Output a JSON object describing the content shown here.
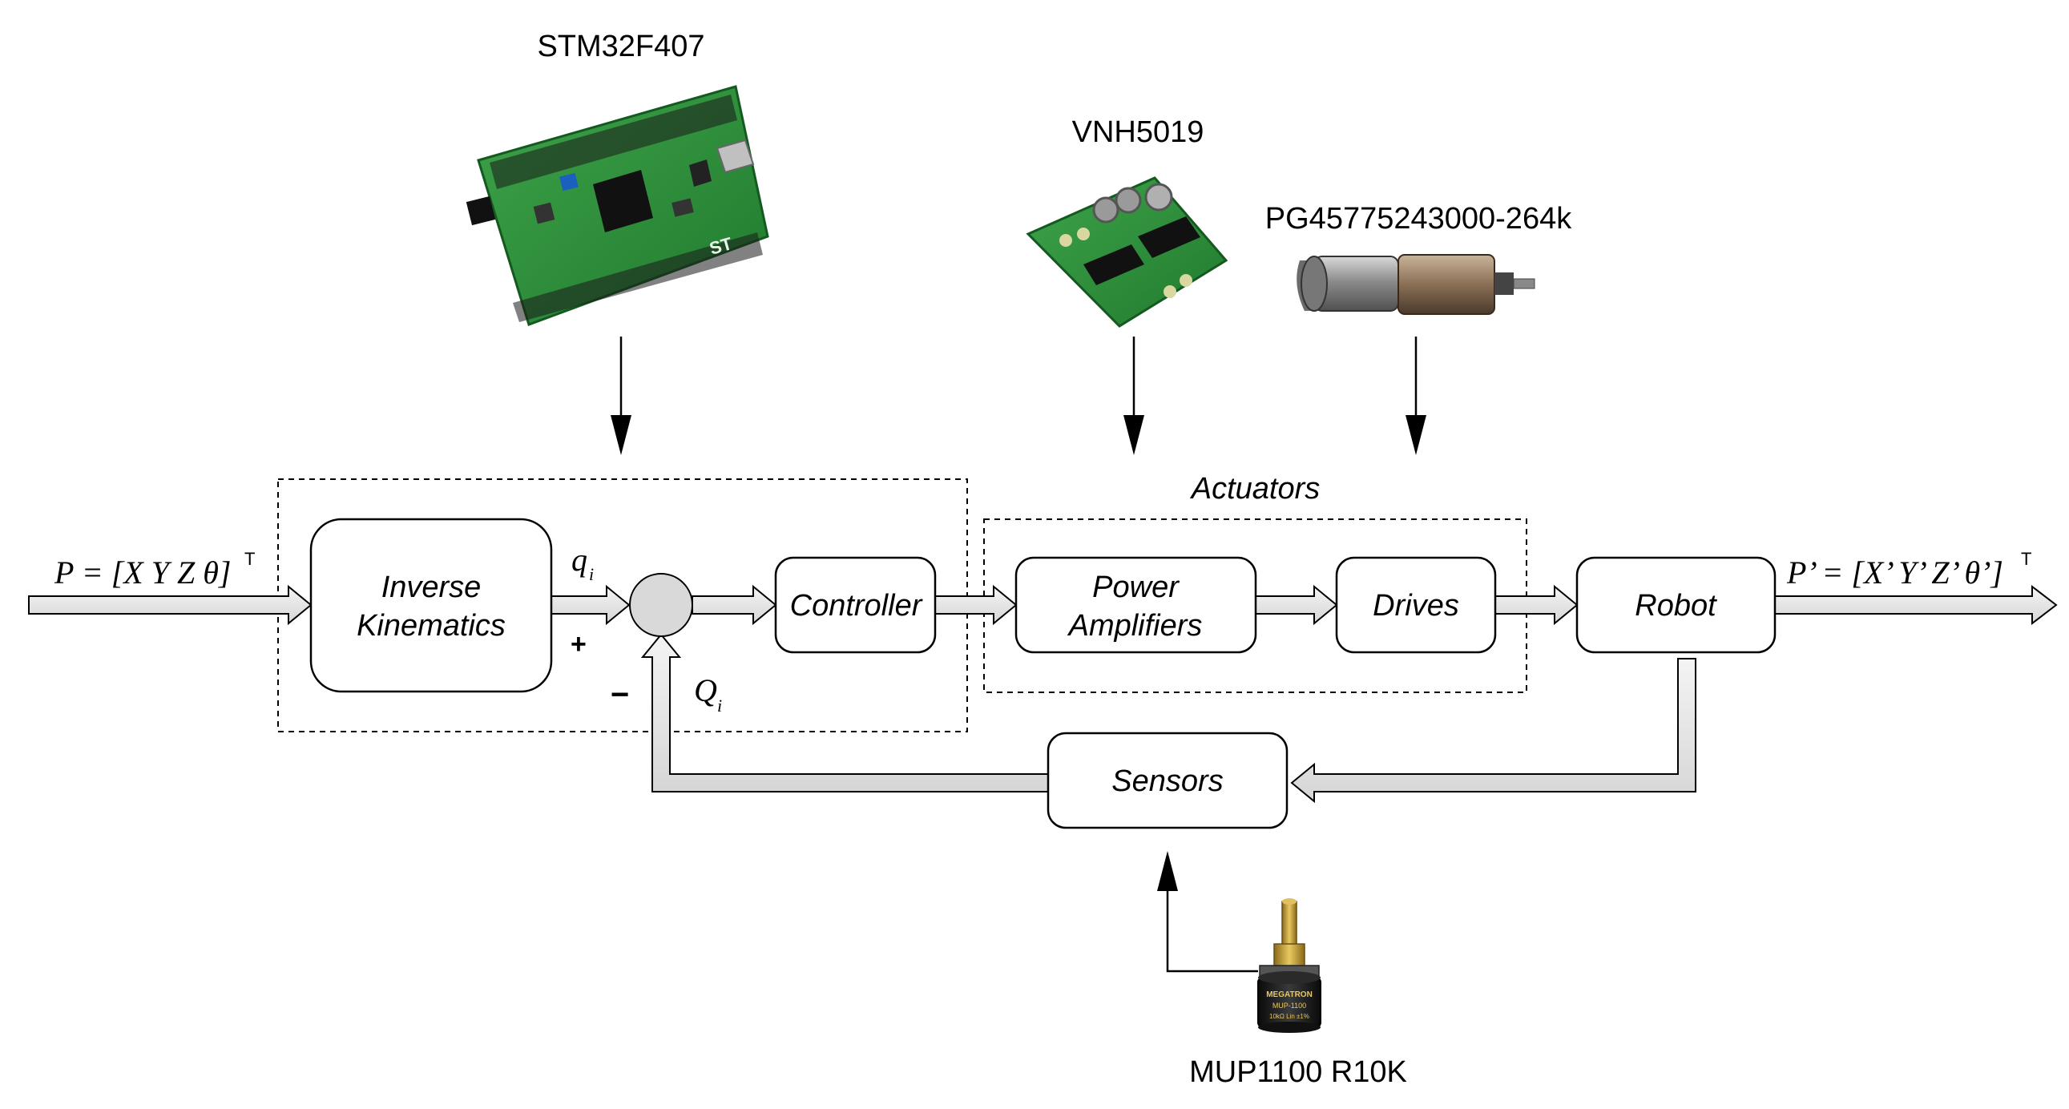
{
  "components": {
    "mcu_label": "STM32F407",
    "driver_label": "VNH5019",
    "motor_label": "PG45775243000-264k",
    "sensor_label": "MUP1100 R10K"
  },
  "blocks": {
    "ik_line1": "Inverse",
    "ik_line2": "Kinematics",
    "controller": "Controller",
    "pa_line1": "Power",
    "pa_line2": "Amplifiers",
    "drives": "Drives",
    "robot": "Robot",
    "sensors": "Sensors",
    "actuators": "Actuators"
  },
  "signals": {
    "input": "P = [X Y Z θ]",
    "input_sup": "T",
    "output": "P’ = [X’ Y’ Z’ θ’]",
    "output_sup": "T",
    "qi": "q",
    "qi_sub": "i",
    "Qi": "Q",
    "Qi_sub": "i",
    "plus": "+",
    "minus": "−"
  },
  "module_text": {
    "st_logo": "ST",
    "megatron_brand": "MEGATRON",
    "megatron_model": "MUP-1100",
    "megatron_spec": "10kΩ Lin ±1%"
  }
}
